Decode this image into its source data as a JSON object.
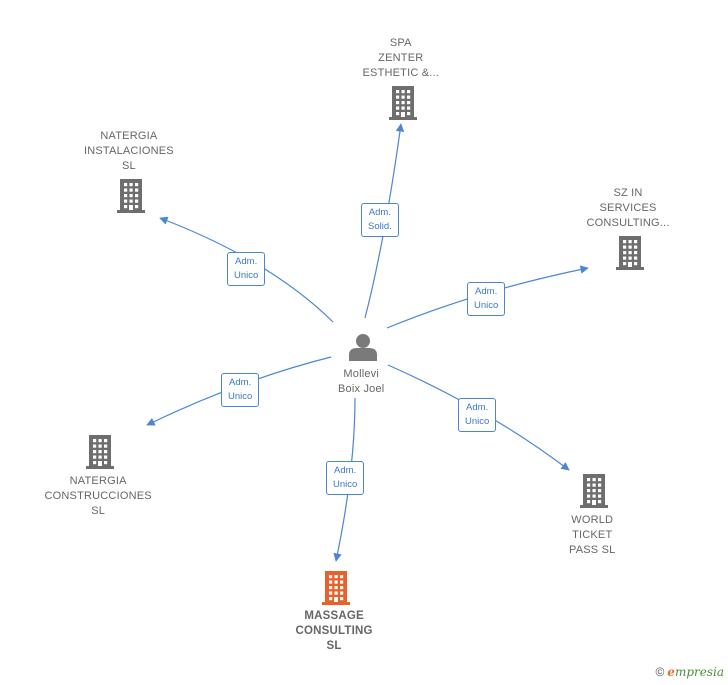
{
  "colors": {
    "edge": "#4a86d4",
    "building": "#6e6e6e",
    "building_highlight": "#e8602a",
    "person": "#7a7a7a",
    "label": "#666666"
  },
  "center": {
    "icon": "person-icon",
    "lines": [
      "Mollevi",
      "Boix Joel"
    ]
  },
  "companies": [
    {
      "id": "spa",
      "icon": "building-icon",
      "lines": [
        "SPA",
        "ZENTER",
        "ESTHETIC &..."
      ],
      "highlight": false
    },
    {
      "id": "natergia-inst",
      "icon": "building-icon",
      "lines": [
        "NATERGIA",
        "INSTALACIONES",
        "SL"
      ],
      "highlight": false
    },
    {
      "id": "sz",
      "icon": "building-icon",
      "lines": [
        "SZ IN",
        "SERVICES",
        "CONSULTING..."
      ],
      "highlight": false
    },
    {
      "id": "natergia-cons",
      "icon": "building-icon",
      "lines": [
        "NATERGIA",
        "CONSTRUCCIONES",
        "SL"
      ],
      "highlight": false
    },
    {
      "id": "world",
      "icon": "building-icon",
      "lines": [
        "WORLD",
        "TICKET",
        "PASS  SL"
      ],
      "highlight": false
    },
    {
      "id": "massage",
      "icon": "building-icon",
      "lines": [
        "MASSAGE",
        "CONSULTING",
        "SL"
      ],
      "highlight": true
    }
  ],
  "edges": [
    {
      "to": "spa",
      "label": [
        "Adm.",
        "Solid."
      ]
    },
    {
      "to": "natergia-inst",
      "label": [
        "Adm.",
        "Unico"
      ]
    },
    {
      "to": "sz",
      "label": [
        "Adm.",
        "Unico"
      ]
    },
    {
      "to": "natergia-cons",
      "label": [
        "Adm.",
        "Unico"
      ]
    },
    {
      "to": "world",
      "label": [
        "Adm.",
        "Unico"
      ]
    },
    {
      "to": "massage",
      "label": [
        "Adm.",
        "Unico"
      ]
    }
  ],
  "footer": {
    "copyright": "©",
    "brand_first": "e",
    "brand_rest": "mpresia"
  }
}
